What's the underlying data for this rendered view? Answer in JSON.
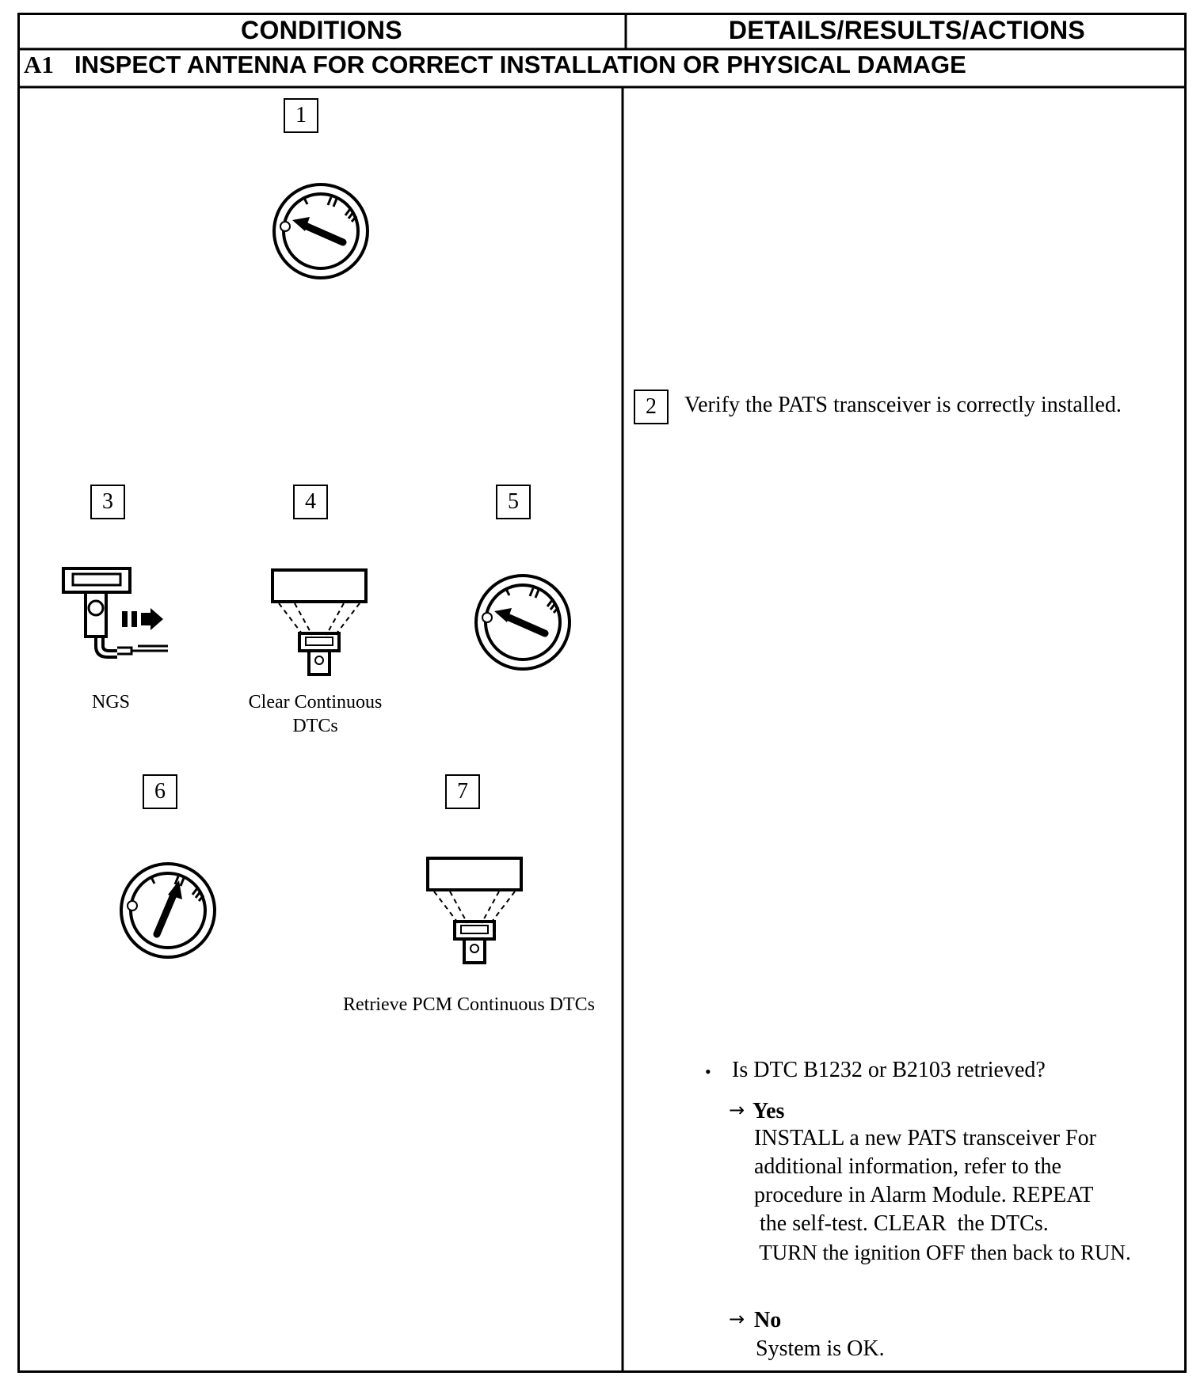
{
  "header": {
    "conditions": "CONDITIONS",
    "details": "DETAILS/RESULTS/ACTIONS"
  },
  "step": {
    "id": "A1",
    "title": "INSPECT ANTENNA FOR CORRECT INSTALLATION OR PHYSICAL DAMAGE"
  },
  "conditions": {
    "step1": {
      "number": "1",
      "icon": "ignition-switch-icon"
    },
    "step3": {
      "number": "3",
      "icon": "ngs-tester-connect-icon",
      "caption": "NGS"
    },
    "step4": {
      "number": "4",
      "icon": "scan-tool-icon",
      "caption_line1": "Clear Continuous",
      "caption_line2": "DTCs"
    },
    "step5": {
      "number": "5",
      "icon": "ignition-switch-icon"
    },
    "step6": {
      "number": "6",
      "icon": "ignition-switch-run-icon"
    },
    "step7": {
      "number": "7",
      "icon": "scan-tool-icon",
      "caption": "Retrieve PCM Continuous DTCs"
    }
  },
  "details": {
    "step2": {
      "number": "2",
      "text": "Verify the PATS transceiver is correctly installed."
    },
    "question": "Is DTC B1232 or B2103 retrieved?",
    "yes": {
      "label": "Yes",
      "lines": [
        "INSTALL a new PATS transceiver  For",
        "additional information, refer to the",
        "procedure in Alarm Module. REPEAT",
        " the self-test. CLEAR  the DTCs.",
        " TURN the ignition OFF then back to RUN."
      ]
    },
    "no": {
      "label": "No",
      "text": "System is OK."
    }
  }
}
